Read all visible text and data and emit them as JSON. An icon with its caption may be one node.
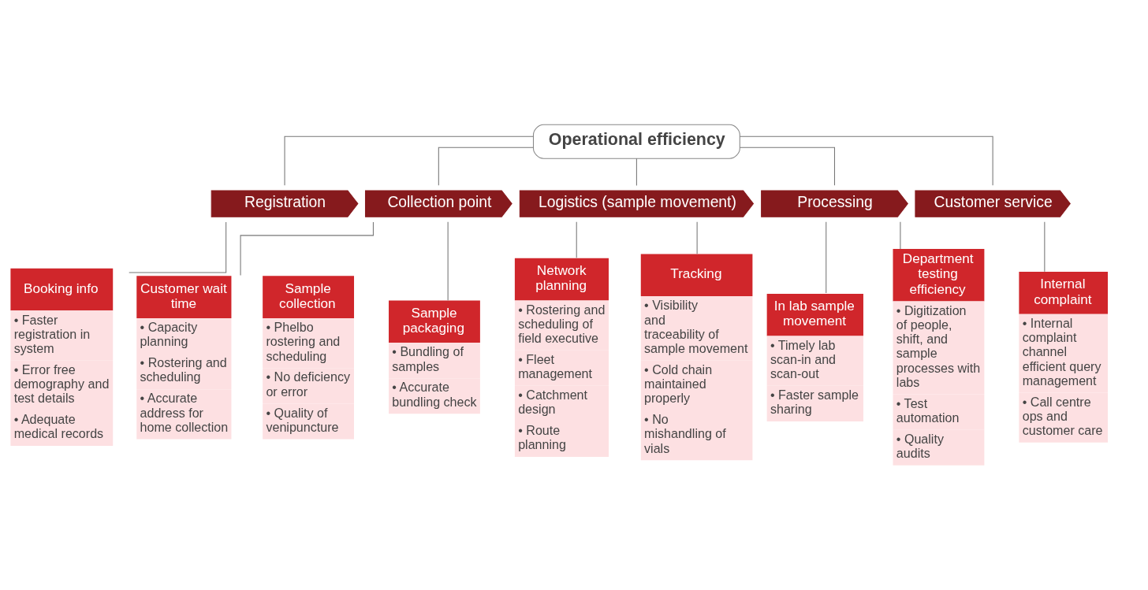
{
  "diagram": {
    "nodes": [
      {
        "text": [
          "Operational efficiency"
        ]
      },
      {
        "text": [
          "Registration"
        ]
      },
      {
        "text": [
          "Collection point"
        ]
      },
      {
        "text": [
          "Logistics (sample movement)"
        ]
      },
      {
        "text": [
          "Processing"
        ]
      },
      {
        "text": [
          "Customer service"
        ]
      },
      {
        "text": [
          "Booking info",
          "• Faster registration in system",
          "• Error free demography and test details",
          "• Adequate medical records"
        ]
      },
      {
        "text": [
          "Customer wait time",
          "• Capacity planning",
          "• Rostering and scheduling",
          "• Accurate address for home collection"
        ]
      },
      {
        "text": [
          "Sample collection",
          "• Phelbo rostering and scheduling",
          "• No deficiency or error",
          "• Quality of venipuncture"
        ]
      },
      {
        "text": [
          "Sample packaging",
          "• Bundling of samples",
          "• Accurate bundling check"
        ]
      },
      {
        "text": [
          "Network planning",
          "• Rostering and scheduling of field executive",
          "• Fleet management",
          "• Catchment design",
          "• Route planning"
        ]
      },
      {
        "text": [
          "Tracking",
          "• Visibility and traceability of sample movement",
          "• Cold chain maintained properly",
          "• No mishandling of vials"
        ]
      },
      {
        "text": [
          "In lab sample movement",
          "• Timely lab scan-in and scan-out",
          "• Faster sample sharing"
        ]
      },
      {
        "text": [
          "Department testing efficiency",
          "• Digitization of people, shift, and sample processes with labs",
          "• Test automation",
          "• Quality audits"
        ]
      },
      {
        "text": [
          "Internal complaint",
          "• Internal complaint channel efficient query management",
          "• Call centre ops and customer care"
        ]
      }
    ],
    "edges": [
      {
        "from": 0,
        "to": 1,
        "arrow": "none"
      },
      {
        "from": 0,
        "to": 2,
        "arrow": "none"
      },
      {
        "from": 0,
        "to": 3,
        "arrow": "none"
      },
      {
        "from": 0,
        "to": 4,
        "arrow": "none"
      },
      {
        "from": 0,
        "to": 5,
        "arrow": "none"
      },
      {
        "from": 1,
        "to": 6,
        "arrow": "none"
      },
      {
        "from": 2,
        "to": 7,
        "arrow": "none"
      },
      {
        "from": 2,
        "to": 9,
        "arrow": "none"
      },
      {
        "from": 3,
        "to": 10,
        "arrow": "none"
      },
      {
        "from": 3,
        "to": 11,
        "arrow": "none"
      },
      {
        "from": 4,
        "to": 12,
        "arrow": "none"
      },
      {
        "from": 4,
        "to": 13,
        "arrow": "none"
      },
      {
        "from": 5,
        "to": 14,
        "arrow": "none"
      }
    ]
  }
}
